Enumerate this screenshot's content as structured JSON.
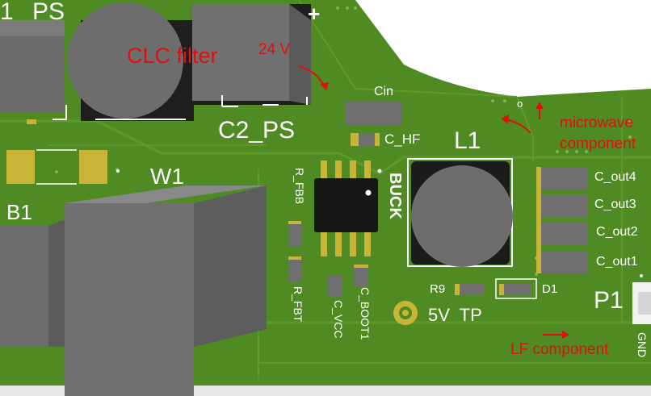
{
  "colors": {
    "board": "#4f8a22",
    "board_dark": "#3f7418",
    "trace": "#5e9a2a",
    "pad_gold": "#c8b436",
    "body_grey": "#6f6f6f",
    "silk": "#ffffff",
    "annotation_red": "#e01010"
  },
  "silkscreen": {
    "ps": "PS",
    "ps_prefix": "1",
    "c2_ps": "C2_PS",
    "plus": "+",
    "cin": "Cin",
    "c_hf": "C_HF",
    "l1": "L1",
    "w1": "W1",
    "b1": "B1",
    "r_fbb": "R_FBB",
    "r_fbt": "R_FBT",
    "buck": "BUCK",
    "c_vcc": "C_VCC",
    "c_boot1": "C_BOOT1",
    "r9": "R9",
    "d1": "D1",
    "tp_5v": "5V TP",
    "p1": "P1",
    "gnd": "GND",
    "c_out4": "C_out4",
    "c_out3": "C_out3",
    "c_out2": "C_out2",
    "c_out1": "C_out1",
    "small_o": "o"
  },
  "annotations": {
    "clc_filter": "CLC filter",
    "v24": "24 V",
    "microwave_line1": "microwave",
    "microwave_line2": "component",
    "lf_component": "LF component"
  }
}
